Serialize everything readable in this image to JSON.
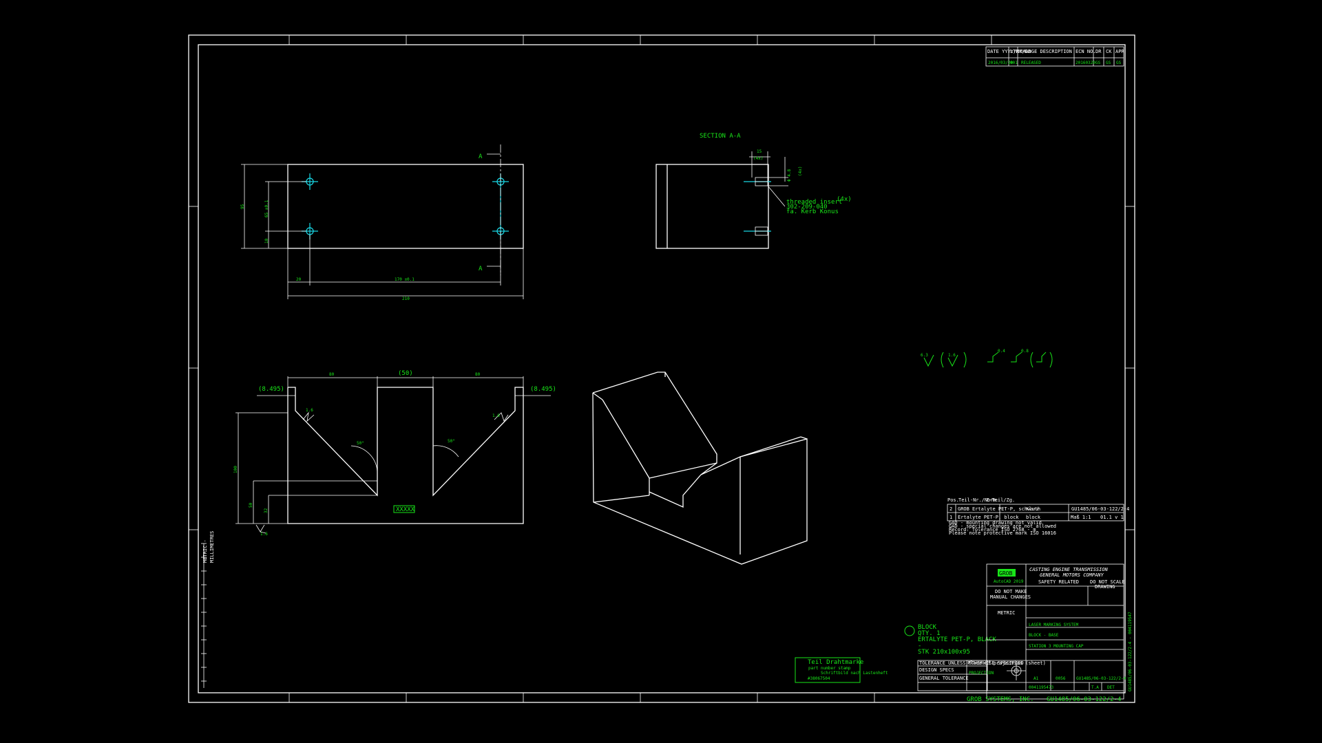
{
  "views": {
    "section_title": "SECTION A-A",
    "section_label": "A",
    "part_mark": "XXXXX"
  },
  "dims": {
    "top_height": "95",
    "top_holes_spacing": "65 ±0.1",
    "top_edge_offset": "10",
    "top_left_offset": "20",
    "top_hole_span": "170 ±0.1",
    "top_length": "210",
    "sec_width": "15",
    "sec_qty": "(4x)",
    "sec_dia": "Φ 4.8",
    "sec_qty2": "(4x)",
    "insert_1": "threaded insert",
    "insert_2": "302-209-040",
    "insert_3": "fa. Kerb Konus",
    "insert_qty": "(4x)",
    "front_left": "80",
    "front_mid": "(50)",
    "front_right": "80",
    "front_chamfer_left": "(8.495)",
    "front_chamfer_right": "(8.495)",
    "front_height": "100",
    "front_step": "50",
    "front_base": "32",
    "angle_left": "50°",
    "angle_right": "50°",
    "rough_left": "1.6",
    "rough_right": "1.6",
    "rough_base": "1.6"
  },
  "symbols": {
    "s1": "6.3",
    "s2": "1.6",
    "s3": "0.4",
    "s4": "0.8"
  },
  "revision": {
    "headers": [
      "DATE YYYY/MM/DD",
      "LTR",
      "CHANGE DESCRIPTION",
      "ECN NO.",
      "DR",
      "CK",
      "APR"
    ],
    "row": [
      "2016/03/20",
      "001",
      "RELEASED",
      "20160320",
      "GS",
      "GS",
      "GS"
    ]
  },
  "bom": {
    "row1": [
      "2",
      "GROB",
      "Ertalyte PET-P, schwarz",
      "Kluth",
      "GU1485/06-03-122/2-4"
    ],
    "row2": [
      "1",
      "Ertalyte PET-P, block",
      "block",
      "Maß 1:1",
      "01.1 v 1"
    ],
    "notes": [
      "GAD - mounting drawing not valid",
      "GAD - special changes are not allowed",
      "Record: Tolerance ISO 2768 - m",
      "Please note protective mark ISO 16016"
    ],
    "head": [
      "Pos.",
      "Teil-Nr./Norm",
      "Z-Teil/Zg."
    ]
  },
  "material_note": {
    "l1": "BLOCK",
    "l2": "QTY. 1",
    "l3": "ERTALYTE PET-P, BLACK",
    "l4": "-",
    "l5": "STK 210x100x95"
  },
  "stamp": {
    "l1": "Teil Drahtmarke",
    "l2": "part number stamp",
    "l3": "Schriftbild nach Lastenheft",
    "l4": "#38067504"
  },
  "title_block": {
    "company_1": "CASTING ENGINE TRANSMISSION",
    "company_2": "GENERAL MOTORS COMPANY",
    "cad_badge": "GROB",
    "cad_sw": "AutoCAD 2019",
    "no_manual_1": "DO NOT MAKE",
    "no_manual_2": "MANUAL CHANGES",
    "safety": "SAFETY RELATED",
    "no_scale_1": "DO NOT SCALE",
    "no_scale_2": "DRAWING",
    "metric": "METRIC",
    "system": "LASER MARKING SYSTEM",
    "desc": "BLOCK - BASE",
    "station": "STATION 3 MOUNTING CAP",
    "size": "A1",
    "sheet": "0056",
    "drawing_no": "GU1485/06-03-122/2-4",
    "part_no": "0041195473",
    "rev": "T.A",
    "det": "DET",
    "vendor": "GROB SYSTEMS, INC.",
    "side_text": "GU1485/06-03-122/2-4 - 004119547",
    "units_1": "METRIC -",
    "units_2": "MILLIMETRES",
    "projection_title": "Place of projection (sheet)",
    "projection": "PROJECTION"
  },
  "small_tb": {
    "h1": "TOLERANCE UNLESS OTHERWISE SPECIFIED",
    "h2": "DESIGN SPECS",
    "h3": "GENERAL TOLERANCE"
  }
}
